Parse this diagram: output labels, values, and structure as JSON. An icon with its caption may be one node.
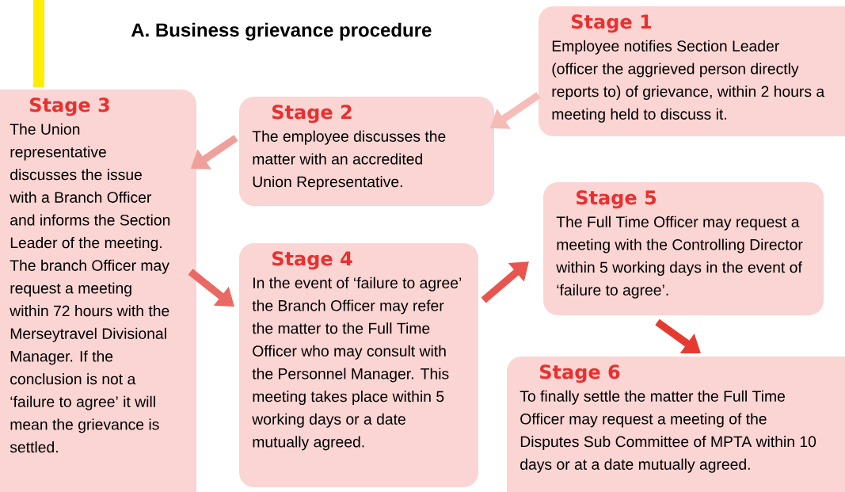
{
  "diagram": {
    "title": "A.  Business grievance procedure",
    "nodes": [
      {
        "text": [
          "Stage 1",
          "Employee notifies Section Leader (officer the aggrieved person directly reports to) of grievance, within 2 hours a meeting held to discuss it."
        ]
      },
      {
        "text": [
          "Stage 2",
          "The employee discusses the matter with an accredited Union Representative."
        ]
      },
      {
        "text": [
          "Stage 3",
          "The Union representative discusses the issue with a Branch Officer and informs the Section Leader of the meeting. The branch Officer may request a meeting within 72 hours with the Merseytravel Divisional Manager. If the conclusion is not a ‘failure to agree’ it will mean the grievance is settled."
        ]
      },
      {
        "text": [
          "Stage 4",
          "In the event of ‘failure to agree’ the Branch Officer may refer the matter to the Full Time Officer who may consult with the Personnel Manager. This meeting takes place within 5 working days or a date mutually agreed."
        ]
      },
      {
        "text": [
          "Stage 5",
          "The Full Time Officer may request a meeting with the Controlling Director within 5 working days in the event of ‘failure to agree’."
        ]
      },
      {
        "text": [
          "Stage 6",
          "To finally settle the matter the Full Time Officer may request a meeting of the Disputes Sub Committee of MPTA within 10 days or at a date mutually agreed."
        ]
      }
    ],
    "edges": [
      {
        "from": 0,
        "to": 1,
        "arrow": "to",
        "color": "#f5bcb8"
      },
      {
        "from": 1,
        "to": 2,
        "arrow": "to",
        "color": "#f0a09b"
      },
      {
        "from": 2,
        "to": 3,
        "arrow": "to",
        "color": "#ea6a63"
      },
      {
        "from": 3,
        "to": 4,
        "arrow": "to",
        "color": "#e8554f"
      },
      {
        "from": 4,
        "to": 5,
        "arrow": "to",
        "color": "#e63a31"
      }
    ]
  }
}
